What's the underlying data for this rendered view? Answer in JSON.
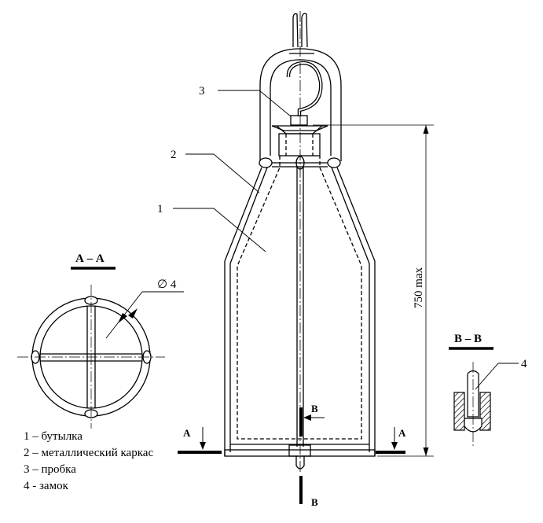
{
  "callouts": {
    "bottle_num": "1",
    "frame_num": "2",
    "stopper_num": "3",
    "lock_num": "4"
  },
  "dimension": {
    "height": "750 max"
  },
  "sections": {
    "a_title": "А – А",
    "b_title": "В – В",
    "a_mark": "А",
    "b_mark": "В",
    "diameter": "∅ 4"
  },
  "legend": [
    "1 – бутылка",
    "2 – металлический каркас",
    "3 – пробка",
    "4 - замок"
  ]
}
